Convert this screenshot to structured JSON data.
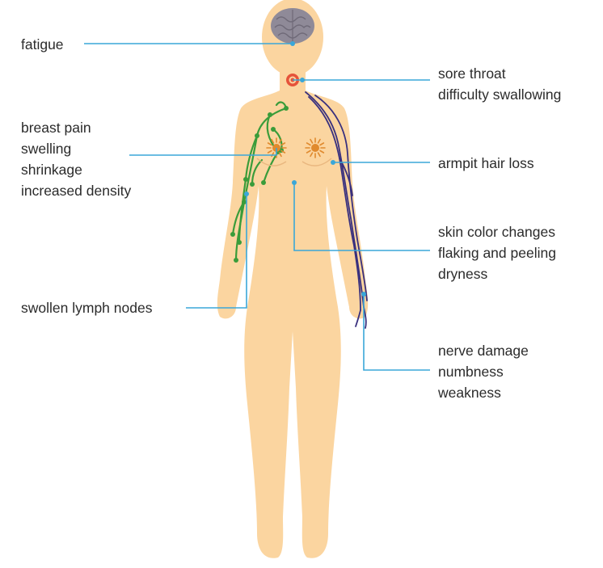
{
  "colors": {
    "skin": "#fbd5a0",
    "leader_line": "#3aa7d8",
    "lymph": "#3a9c3a",
    "nerve": "#39307e",
    "brain": "#8f8a98",
    "throat_marker": "#e5533a",
    "breast_mark": "#e08a2e",
    "text": "#2b2b2b"
  },
  "callouts": [
    {
      "id": "fatigue",
      "lines": [
        "fatigue"
      ]
    },
    {
      "id": "throat",
      "lines": [
        "sore throat",
        "difficulty swallowing"
      ]
    },
    {
      "id": "breast",
      "lines": [
        "breast pain",
        "swelling",
        "shrinkage",
        "increased density"
      ]
    },
    {
      "id": "armpit",
      "lines": [
        "armpit hair loss"
      ]
    },
    {
      "id": "skin",
      "lines": [
        "skin color changes",
        "flaking and peeling",
        "dryness"
      ]
    },
    {
      "id": "lymph",
      "lines": [
        "swollen lymph nodes"
      ]
    },
    {
      "id": "nerve",
      "lines": [
        "nerve damage",
        "numbness",
        "weakness"
      ]
    }
  ]
}
